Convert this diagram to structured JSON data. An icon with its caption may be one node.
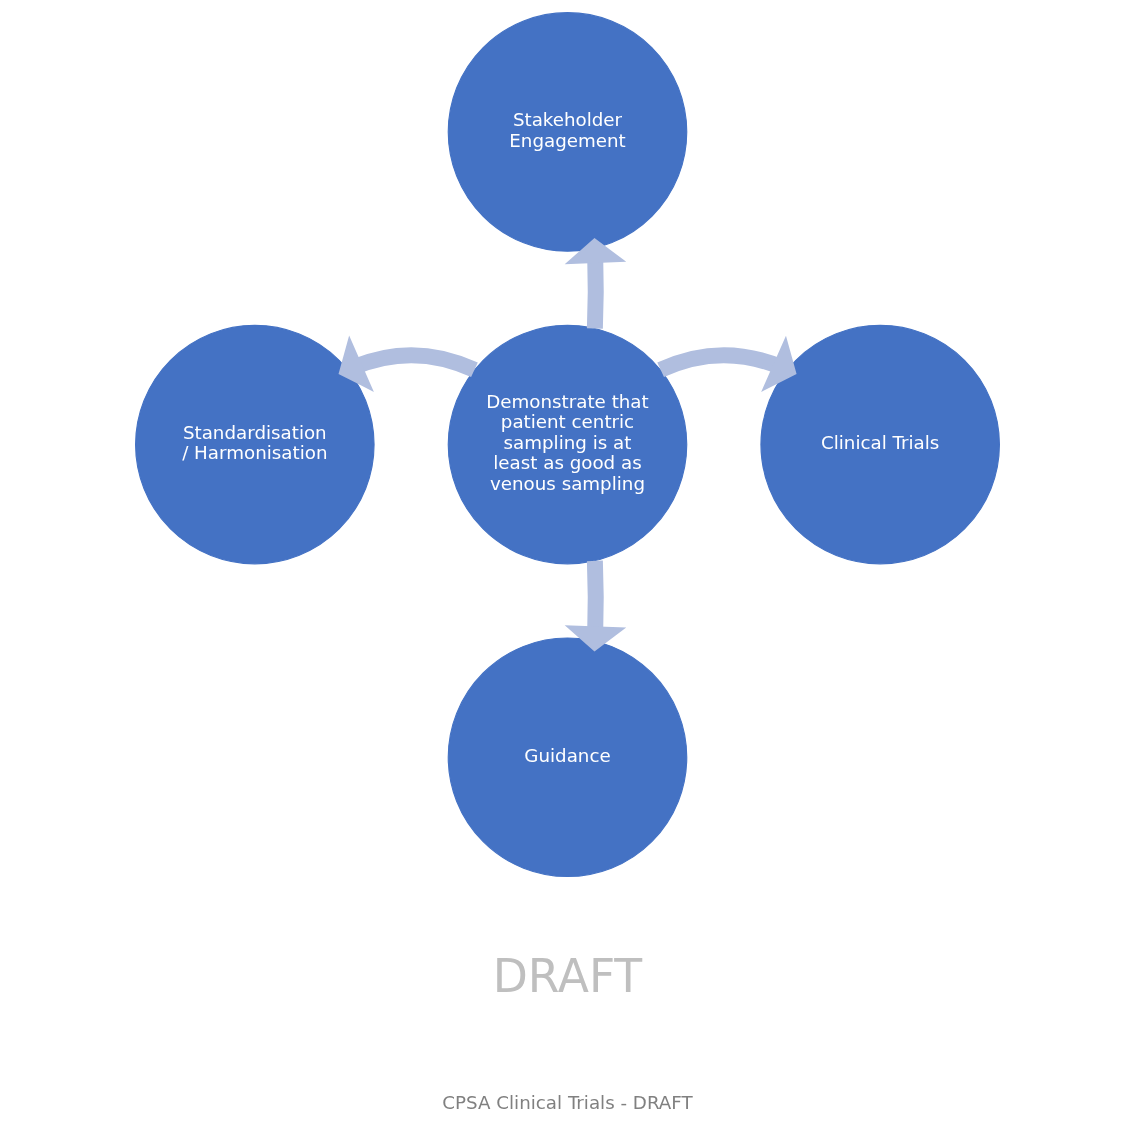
{
  "diagram": {
    "nodes": [
      {
        "text": [
          "Demonstrate that patient centric sampling is at least as good as venous sampling"
        ]
      },
      {
        "text": [
          "Stakeholder Engagement"
        ]
      },
      {
        "text": [
          "Standardisation / Harmonisation"
        ]
      },
      {
        "text": [
          "Clinical Trials"
        ]
      },
      {
        "text": [
          "Guidance"
        ]
      }
    ],
    "edges": [
      {
        "from": 0,
        "to": 1,
        "arrow": "to"
      },
      {
        "from": 0,
        "to": 2,
        "arrow": "to"
      },
      {
        "from": 0,
        "to": 3,
        "arrow": "to"
      },
      {
        "from": 0,
        "to": 4,
        "arrow": "to"
      }
    ],
    "labels": [
      "DRAFT",
      "CPSA Clinical Trials - DRAFT"
    ]
  }
}
